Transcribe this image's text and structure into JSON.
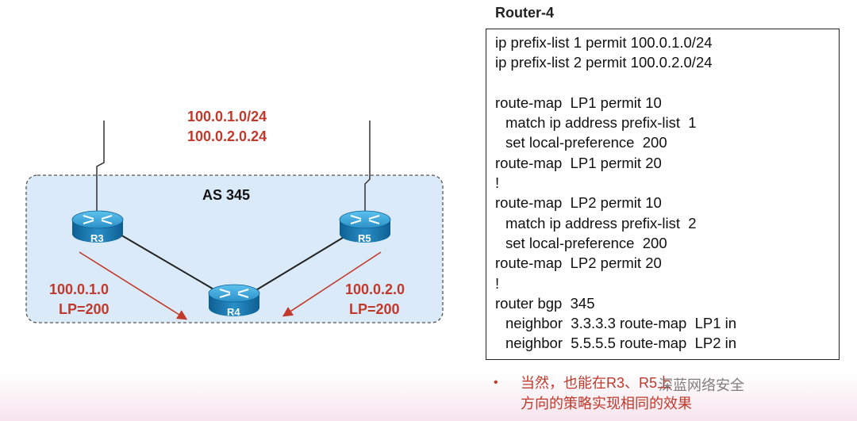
{
  "diagram": {
    "as_label": "AS 345",
    "routers": [
      {
        "id": "r3",
        "label": "R3"
      },
      {
        "id": "r4",
        "label": "R4"
      },
      {
        "id": "r5",
        "label": "R5"
      }
    ],
    "prefix_note": [
      "100.0.1.0/24",
      "100.0.2.0.24"
    ],
    "left_annotation": [
      "100.0.1.0",
      "LP=200"
    ],
    "right_annotation": [
      "100.0.2.0",
      "LP=200"
    ]
  },
  "config": {
    "title": "Router-4",
    "lines": [
      "ip prefix-list 1 permit 100.0.1.0/24",
      "ip prefix-list 2 permit 100.0.2.0/24",
      "",
      "route-map  LP1 permit 10",
      "match ip address prefix-list  1",
      "set local-preference  200",
      "route-map  LP1 permit 20",
      "!",
      "route-map  LP2 permit 10",
      "match ip address prefix-list  2",
      "set local-preference  200",
      "route-map  LP2 permit 20",
      "!",
      "router bgp  345",
      "neighbor  3.3.3.3 route-map  LP1 in",
      "neighbor  5.5.5.5 route-map  LP2 in"
    ]
  },
  "note": {
    "bullet": "•",
    "text": "当然，也能在R3、R5上",
    "text2": "方向的策略实现相同的效果"
  },
  "watermark": "深蓝网络安全",
  "colors": {
    "accent": "#c0392b",
    "as_fill": "#dbeaf8",
    "router": "#2a8fc7"
  }
}
